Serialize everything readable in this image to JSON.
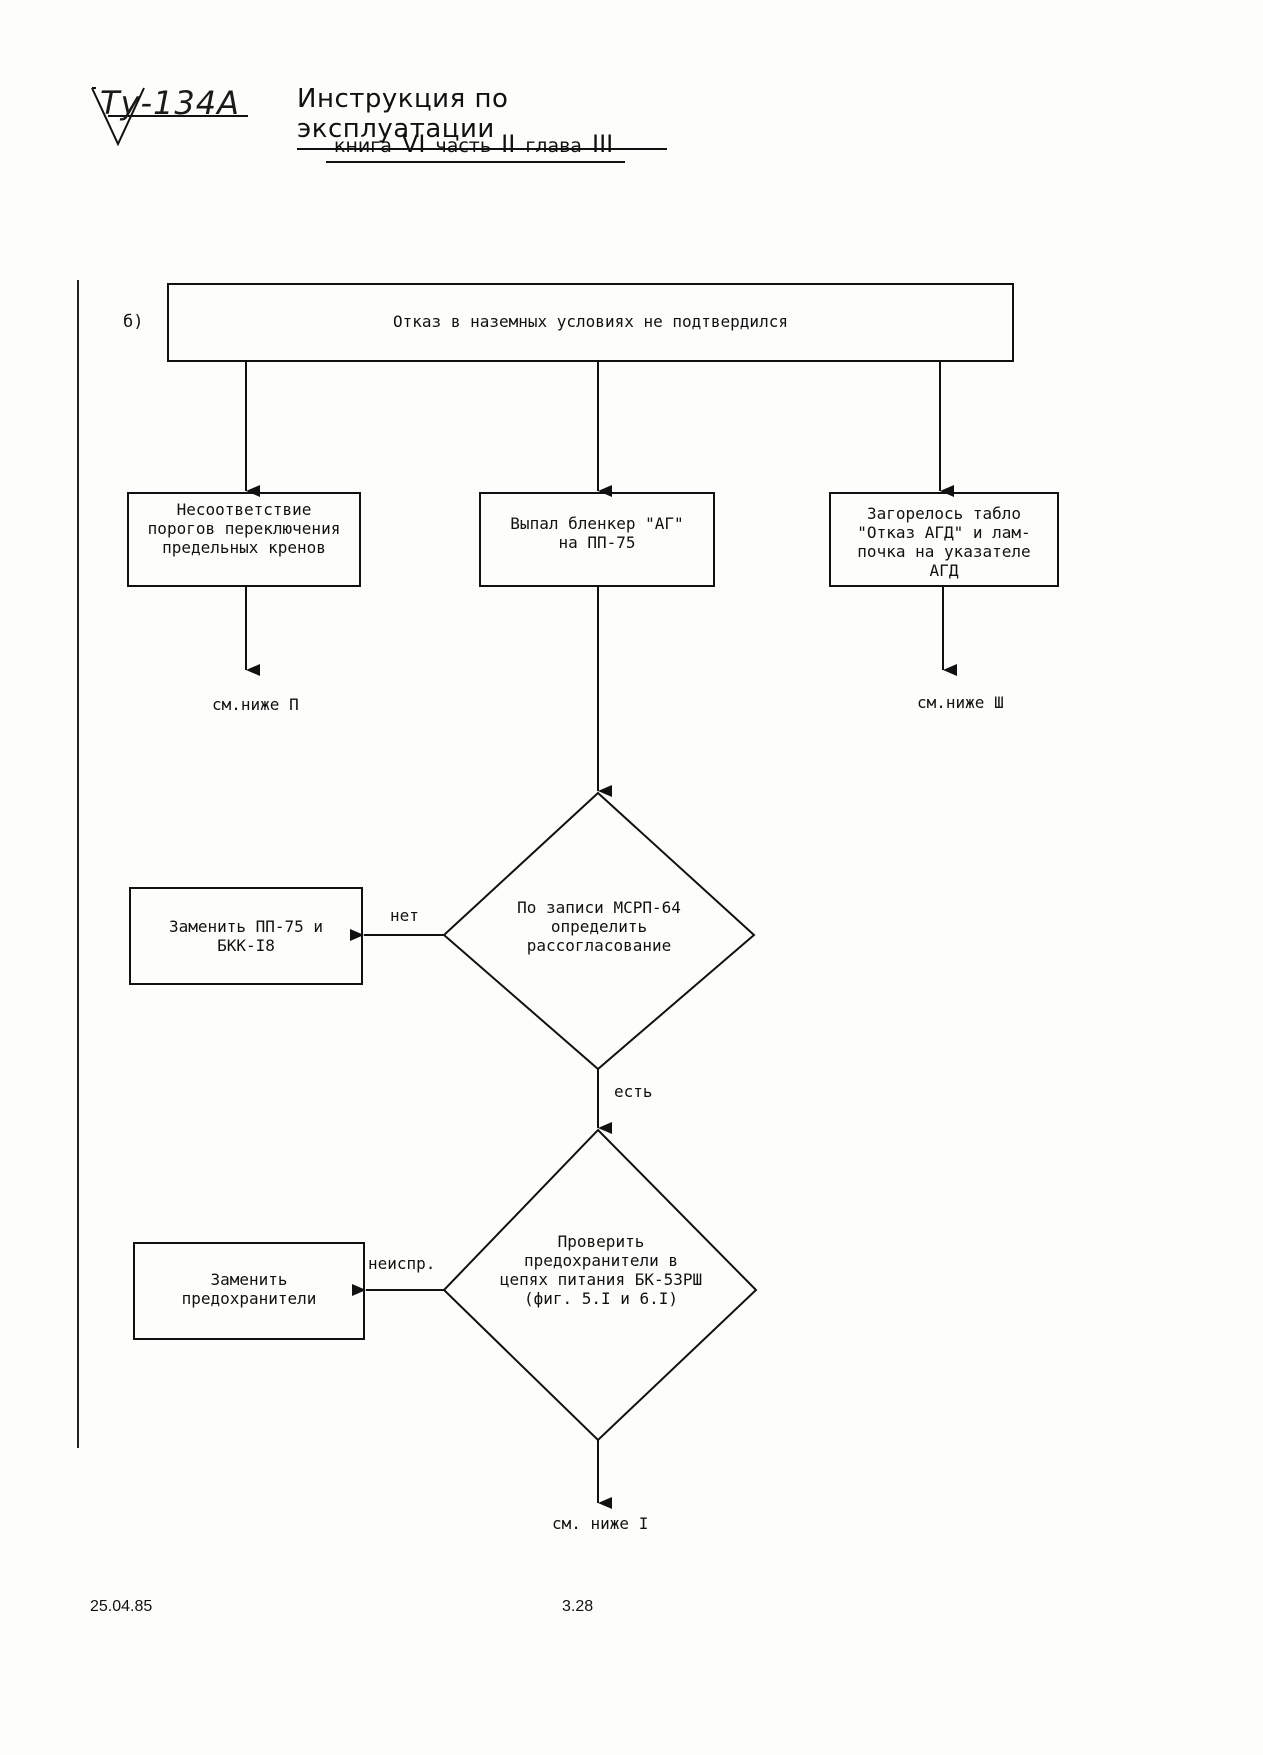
{
  "header": {
    "logo": "Ту-134А",
    "title": "Инструкция по эксплуатации",
    "subtitle": {
      "book_word": "книга",
      "book_num": "VI",
      "part_word": "часть",
      "part_num": "II",
      "chapter_word": "глава",
      "chapter_num": "III"
    }
  },
  "section_label": "б)",
  "flowchart": {
    "top_box": "Отказ в наземных условиях не подтвердился",
    "left_box": "Несоответствие\nпорогов переключения\nпредельных кренов",
    "center_box": "Выпал бленкер \"АГ\"\nна ПП-75",
    "right_box": "Загорелось табло\n\"Отказ АГД\" и лам-\nпочка на указателе\nАГД",
    "left_ref": "см.ниже П",
    "right_ref": "см.ниже Ш",
    "decision1": "По записи МСРП-64\nопределить\nрассогласование",
    "decision1_no": "нет",
    "decision1_yes": "есть",
    "replace1_box": "Заменить ПП-75 и\nБКК-I8",
    "decision2": "Проверить\nпредохранители в\nцепях питания БК-53РШ\n(фиг. 5.I и 6.I)",
    "decision2_fault": "неиспр.",
    "replace2_box": "Заменить\nпредохранители",
    "bottom_ref": "см. ниже I"
  },
  "footer": {
    "date": "25.04.85",
    "page": "3.28"
  }
}
